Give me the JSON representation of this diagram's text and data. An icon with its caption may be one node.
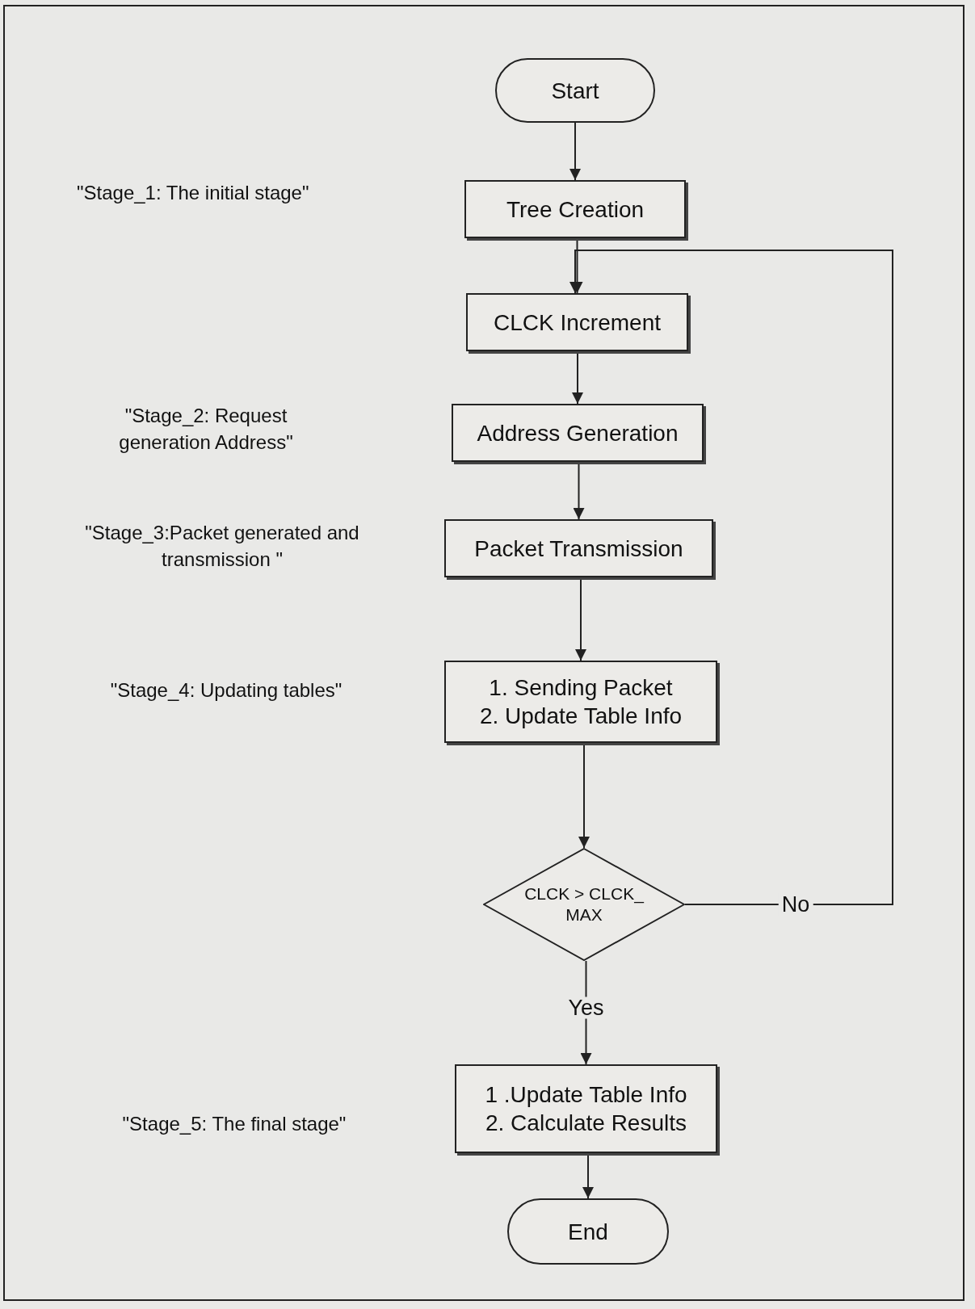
{
  "diagram": {
    "nodes": [
      {
        "text": [
          "Start"
        ]
      },
      {
        "text": [
          "Tree Creation"
        ]
      },
      {
        "text": [
          "CLCK Increment"
        ]
      },
      {
        "text": [
          "Address Generation"
        ]
      },
      {
        "text": [
          "Packet Transmission"
        ]
      },
      {
        "text": [
          "1. Sending Packet",
          "2. Update Table Info"
        ]
      },
      {
        "text": [
          "CLCK > CLCK_ MAX"
        ]
      },
      {
        "text": [
          "1 .Update Table Info",
          "2. Calculate Results"
        ]
      },
      {
        "text": [
          "End"
        ]
      }
    ],
    "edges": [
      {
        "from": 0,
        "to": 1,
        "arrow": "to"
      },
      {
        "from": 1,
        "to": 2,
        "arrow": "to"
      },
      {
        "from": 2,
        "to": 3,
        "arrow": "to"
      },
      {
        "from": 3,
        "to": 4,
        "arrow": "to"
      },
      {
        "from": 4,
        "to": 5,
        "arrow": "to"
      },
      {
        "from": 5,
        "to": 6,
        "arrow": "to"
      },
      {
        "from": 6,
        "to": 7,
        "label": "Yes",
        "arrow": "to"
      },
      {
        "from": 6,
        "to": 2,
        "label": "No",
        "arrow": "to"
      },
      {
        "from": 7,
        "to": 8,
        "arrow": "to"
      }
    ],
    "labels": [
      "\"Stage_1: The initial stage\"",
      "\"Stage_2: Request generation Address\"",
      "\"Stage_3:Packet generated and transmission \"",
      "\"Stage_4: Updating tables\"",
      "\"Stage_5: The final stage\""
    ]
  }
}
